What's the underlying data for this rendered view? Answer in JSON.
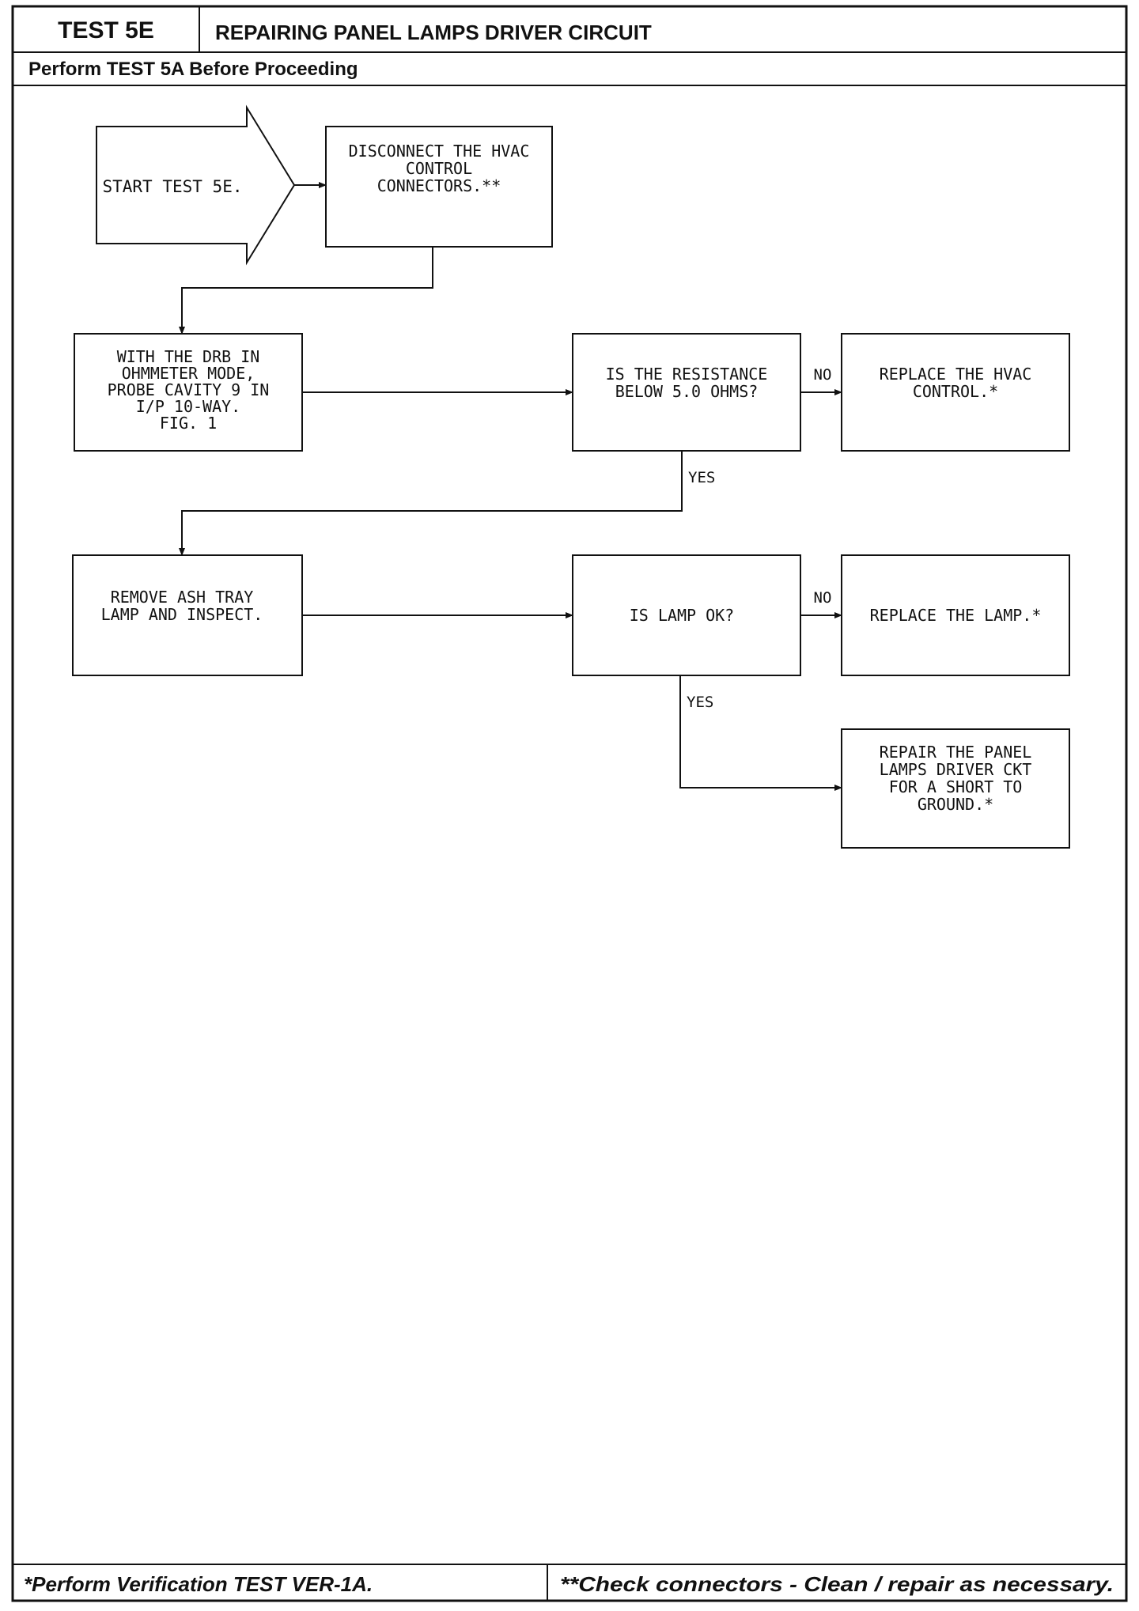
{
  "header": {
    "test_id": "TEST 5E",
    "title": "REPAIRING PANEL LAMPS DRIVER CIRCUIT",
    "prerequisite": "Perform TEST 5A Before Proceeding"
  },
  "flowchart": {
    "start": {
      "text": "START TEST 5E."
    },
    "disconnect": {
      "lines": [
        "DISCONNECT THE HVAC",
        "CONTROL",
        "CONNECTORS.**"
      ]
    },
    "probe": {
      "lines": [
        "WITH THE DRB IN",
        "OHMMETER MODE,",
        "PROBE CAVITY 9 IN",
        "I/P 10-WAY.",
        "FIG. 1"
      ]
    },
    "resistance_question": {
      "lines": [
        "IS THE RESISTANCE",
        "BELOW 5.0 OHMS?"
      ]
    },
    "replace_hvac": {
      "lines": [
        "REPLACE THE HVAC",
        "CONTROL.*"
      ]
    },
    "remove_lamp": {
      "lines": [
        "REMOVE ASH TRAY",
        "LAMP AND INSPECT."
      ]
    },
    "lamp_question": {
      "text": "IS LAMP OK?"
    },
    "replace_lamp": {
      "text": "REPLACE THE LAMP.*"
    },
    "repair_driver": {
      "lines": [
        "REPAIR THE PANEL",
        "LAMPS DRIVER CKT",
        "FOR A SHORT TO",
        "GROUND.*"
      ]
    },
    "labels": {
      "no_1": "NO",
      "yes_1": "YES",
      "no_2": "NO",
      "yes_2": "YES"
    }
  },
  "footer": {
    "left": "*Perform Verification TEST VER-1A.",
    "right": "**Check connectors - Clean / repair as necessary."
  }
}
